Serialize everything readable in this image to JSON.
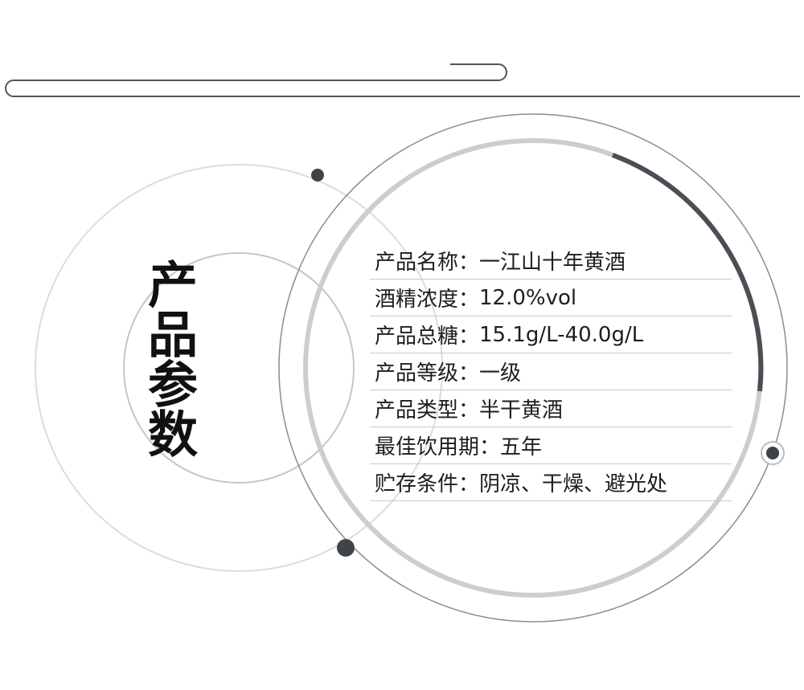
{
  "title": "产品参数",
  "params": [
    {
      "label": "产品名称：",
      "value": "一江山十年黄酒"
    },
    {
      "label": "酒精浓度：",
      "value": "12.0%vol"
    },
    {
      "label": "产品总糖：",
      "value": "15.1g/L-40.0g/L"
    },
    {
      "label": "产品等级：",
      "value": "一级"
    },
    {
      "label": "产品类型：",
      "value": "半干黄酒"
    },
    {
      "label": "最佳饮用期：",
      "value": "五年"
    },
    {
      "label": "贮存条件：",
      "value": "阴凉、干燥、避光处"
    }
  ],
  "colors": {
    "line": "#555555",
    "light_ring": "#d4d4d4",
    "mid_ring": "#9a9a9a",
    "dark_accent": "#4a4e55",
    "dot": "#3f434a"
  }
}
